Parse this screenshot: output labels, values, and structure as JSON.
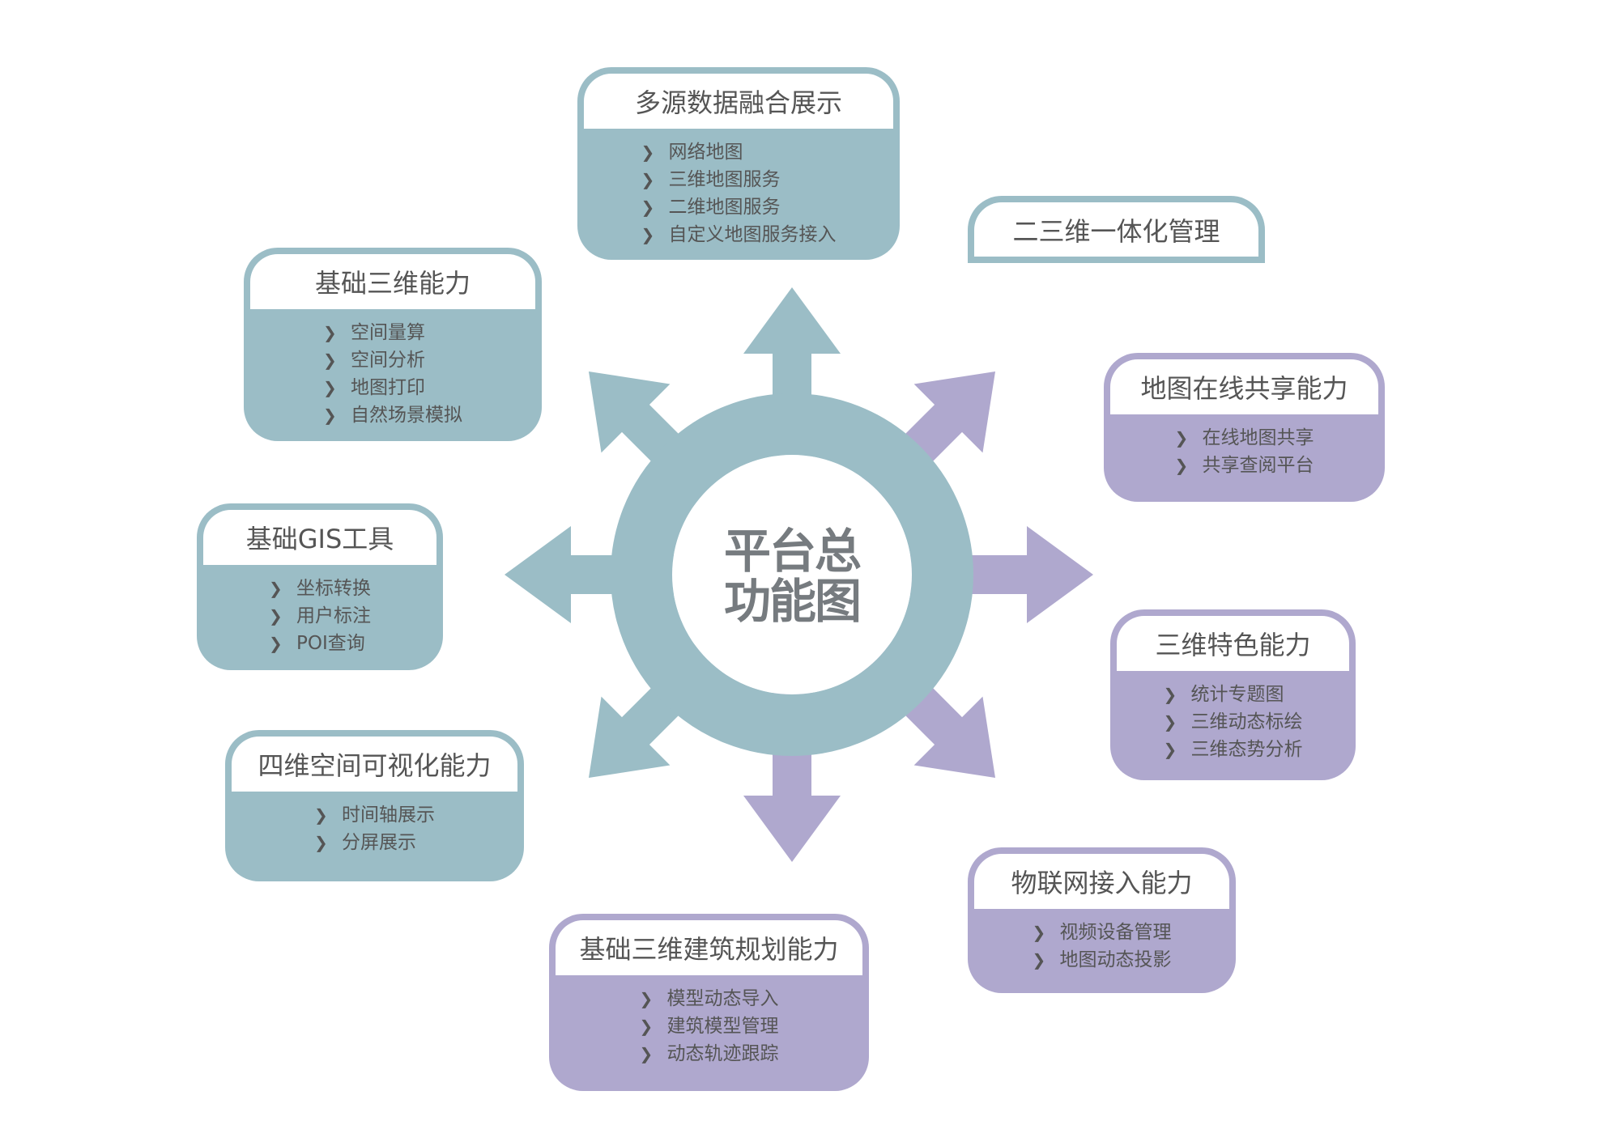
{
  "center": {
    "line1": "平台总",
    "line2": "功能图"
  },
  "colors": {
    "teal": "#9bbdc6",
    "purple": "#afa8ce",
    "text": "#555555",
    "center_text": "#767b7f"
  },
  "arrows": [
    {
      "direction": "up",
      "color": "teal"
    },
    {
      "direction": "up-right",
      "color": "purple"
    },
    {
      "direction": "right",
      "color": "purple"
    },
    {
      "direction": "down-right",
      "color": "purple"
    },
    {
      "direction": "down",
      "color": "purple"
    },
    {
      "direction": "down-left",
      "color": "teal"
    },
    {
      "direction": "left",
      "color": "teal"
    },
    {
      "direction": "up-left",
      "color": "teal"
    }
  ],
  "boxes": [
    {
      "id": "b1",
      "color": "teal",
      "title": "多源数据融合展示",
      "items": [
        "网络地图",
        "三维地图服务",
        "二维地图服务",
        "自定义地图服务接入"
      ]
    },
    {
      "id": "b2",
      "color": "teal",
      "title": "二三维一体化管理",
      "items": []
    },
    {
      "id": "b3",
      "color": "teal",
      "title": "基础三维能力",
      "items": [
        "空间量算",
        "空间分析",
        "地图打印",
        "自然场景模拟"
      ]
    },
    {
      "id": "b4",
      "color": "purple",
      "title": "地图在线共享能力",
      "items": [
        "在线地图共享",
        "共享查阅平台"
      ]
    },
    {
      "id": "b5",
      "color": "teal",
      "title": "基础GIS工具",
      "items": [
        "坐标转换",
        "用户标注",
        "POI查询"
      ]
    },
    {
      "id": "b6",
      "color": "purple",
      "title": "三维特色能力",
      "items": [
        "统计专题图",
        "三维动态标绘",
        "三维态势分析"
      ]
    },
    {
      "id": "b7",
      "color": "teal",
      "title": "四维空间可视化能力",
      "items": [
        "时间轴展示",
        "分屏展示"
      ]
    },
    {
      "id": "b8",
      "color": "purple",
      "title": "物联网接入能力",
      "items": [
        "视频设备管理",
        "地图动态投影"
      ]
    },
    {
      "id": "b9",
      "color": "purple",
      "title": "基础三维建筑规划能力",
      "items": [
        "模型动态导入",
        "建筑模型管理",
        "动态轨迹跟踪"
      ]
    }
  ]
}
